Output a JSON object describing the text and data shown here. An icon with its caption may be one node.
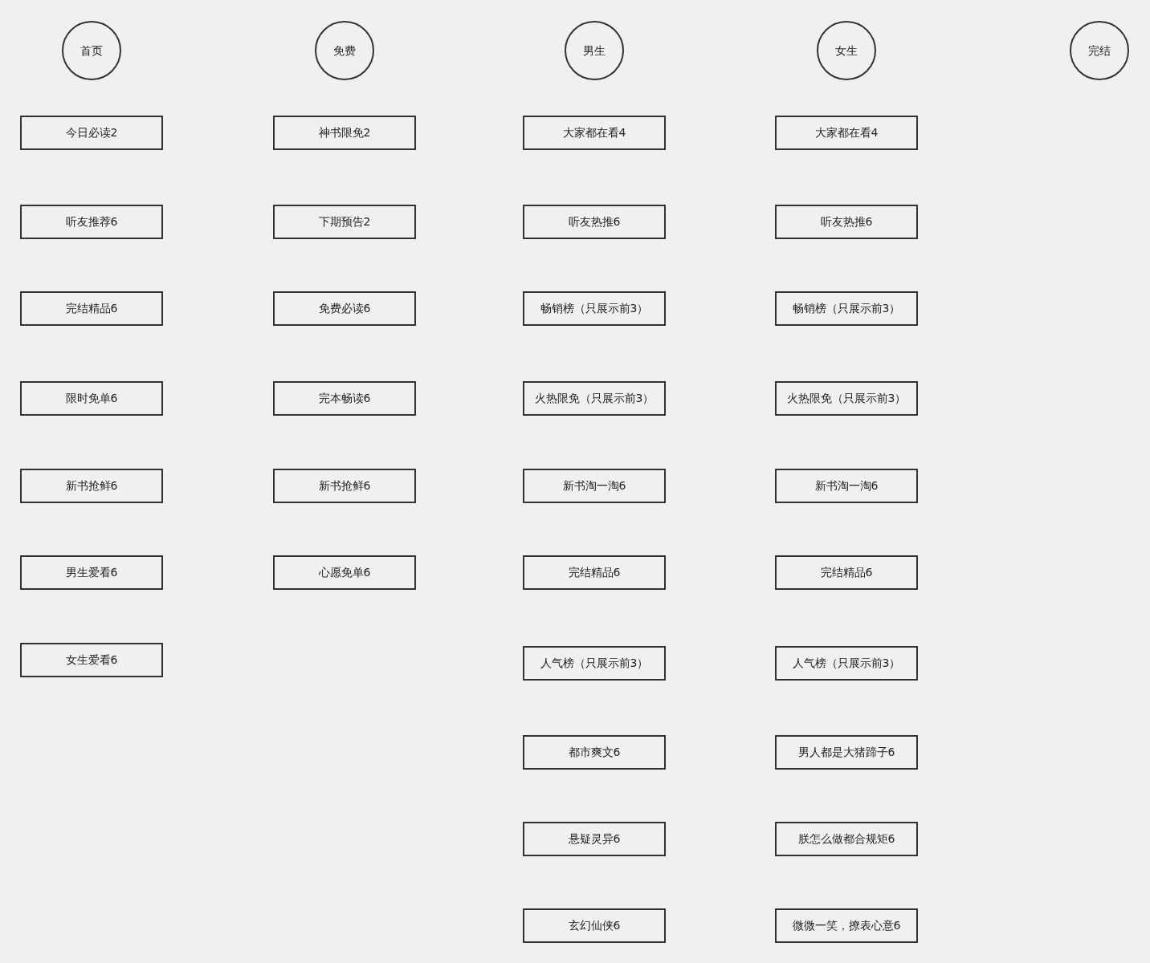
{
  "diagram": {
    "nodes": [
      {
        "text": [
          "首页"
        ]
      },
      {
        "text": [
          "今日必读2"
        ]
      },
      {
        "text": [
          "听友推荐6"
        ]
      },
      {
        "text": [
          "完结精品6"
        ]
      },
      {
        "text": [
          "限时免单6"
        ]
      },
      {
        "text": [
          "新书抢鲜6"
        ]
      },
      {
        "text": [
          "男生爱看6"
        ]
      },
      {
        "text": [
          "女生爱看6"
        ]
      },
      {
        "text": [
          "免费"
        ]
      },
      {
        "text": [
          "神书限免2"
        ]
      },
      {
        "text": [
          "下期预告2"
        ]
      },
      {
        "text": [
          "免费必读6"
        ]
      },
      {
        "text": [
          "完本畅读6"
        ]
      },
      {
        "text": [
          "新书抢鲜6"
        ]
      },
      {
        "text": [
          "心愿免单6"
        ]
      },
      {
        "text": [
          "男生"
        ]
      },
      {
        "text": [
          "大家都在看4"
        ]
      },
      {
        "text": [
          "听友热推6"
        ]
      },
      {
        "text": [
          "畅销榜（只展示前3）"
        ]
      },
      {
        "text": [
          "火热限免（只展示前3）"
        ]
      },
      {
        "text": [
          "新书淘一淘6"
        ]
      },
      {
        "text": [
          "完结精品6"
        ]
      },
      {
        "text": [
          "人气榜（只展示前3）"
        ]
      },
      {
        "text": [
          "都市爽文6"
        ]
      },
      {
        "text": [
          "悬疑灵异6"
        ]
      },
      {
        "text": [
          "玄幻仙侠6"
        ]
      },
      {
        "text": [
          "女生"
        ]
      },
      {
        "text": [
          "大家都在看4"
        ]
      },
      {
        "text": [
          "听友热推6"
        ]
      },
      {
        "text": [
          "畅销榜（只展示前3）"
        ]
      },
      {
        "text": [
          "火热限免（只展示前3）"
        ]
      },
      {
        "text": [
          "新书淘一淘6"
        ]
      },
      {
        "text": [
          "完结精品6"
        ]
      },
      {
        "text": [
          "人气榜（只展示前3）"
        ]
      },
      {
        "text": [
          "男人都是大猪蹄子6"
        ]
      },
      {
        "text": [
          "朕怎么做都合规矩6"
        ]
      },
      {
        "text": [
          "微微一笑，撩表心意6"
        ]
      },
      {
        "text": [
          "完结"
        ]
      }
    ]
  }
}
